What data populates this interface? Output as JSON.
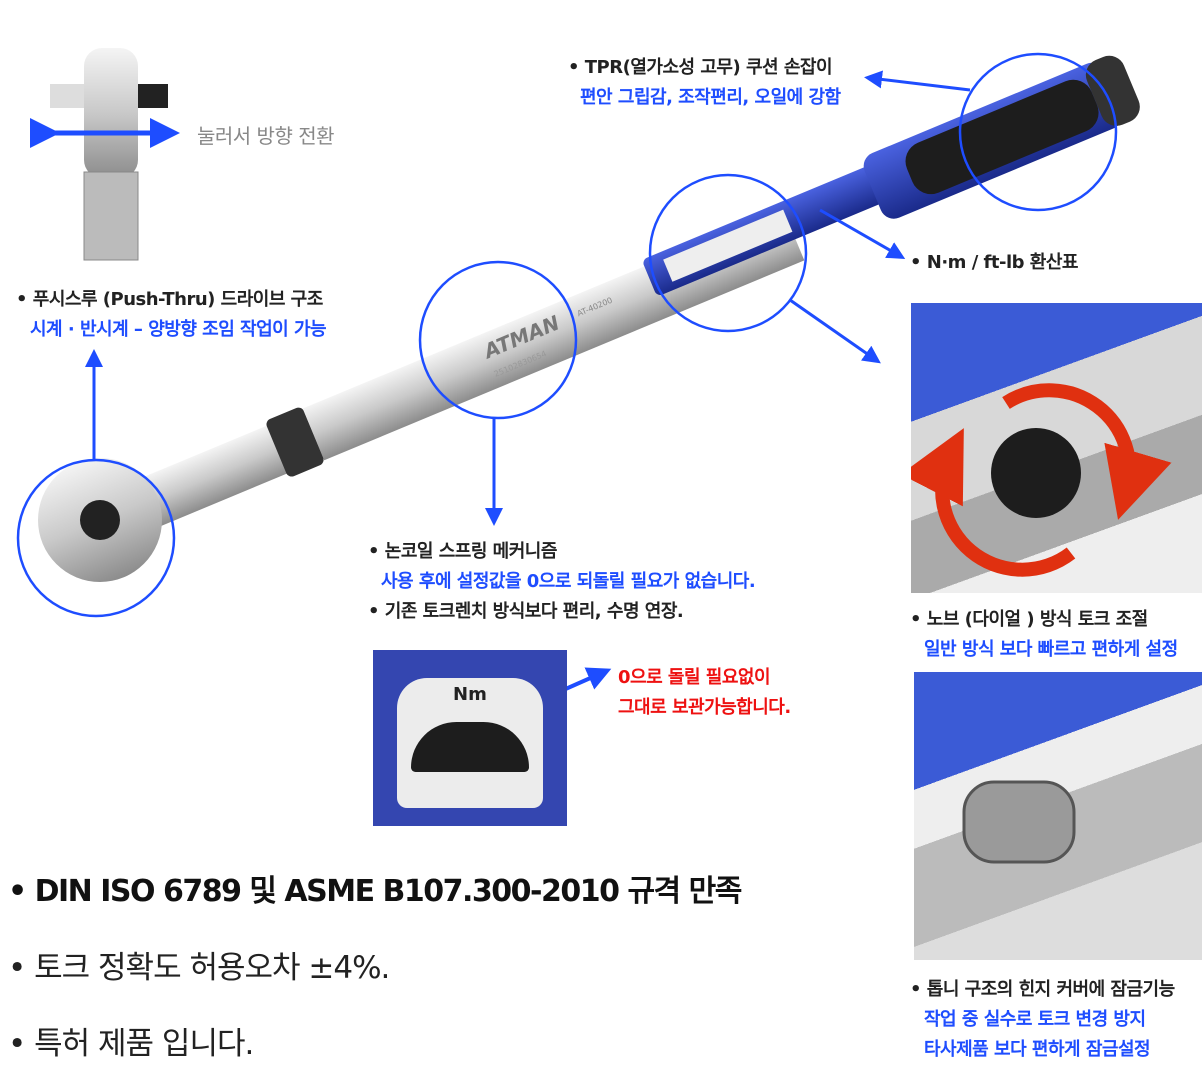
{
  "wrench": {
    "brand": "ATMAN",
    "model": "AT-40200",
    "serial": "25102830654"
  },
  "direction_switch": "눌러서 방향 전환",
  "push_thru": {
    "title": "• 푸시스루 (Push-Thru) 드라이브 구조",
    "desc": "시계 · 반시계 – 양방향 조임 작업이 가능"
  },
  "tpr": {
    "title": "• TPR(열가소성 고무) 쿠션 손잡이",
    "desc": "편안 그립감, 조작편리, 오일에 강함"
  },
  "conversion": "• N·m  /  ft-lb 환산표",
  "spring": {
    "title": "• 논코일 스프링 메커니즘",
    "desc": "사용 후에 설정값을 0으로 되돌릴 필요가 없습니다.",
    "title2": "• 기존 토크렌치 방식보다 편리, 수명 연장."
  },
  "dial": {
    "unit": "Nm",
    "note1": "0으로 돌릴 필요없이",
    "note2": "그대로 보관가능합니다."
  },
  "knob": {
    "title": "• 노브 (다이얼 ) 방식 토크 조절",
    "desc": "일반 방식 보다 빠르고 편하게 설정"
  },
  "lock": {
    "title": "• 톱니 구조의 힌지 커버에 잠금기능",
    "desc1": "작업 중 실수로 토크 변경 방지",
    "desc2": "타사제품 보다 편하게 잠금설정"
  },
  "specs": [
    "• DIN ISO 6789 및 ASME B107.300-2010 규격 만족",
    "• 토크 정확도 허용오차  ±4%.",
    "• 특허 제품 입니다."
  ],
  "colors": {
    "blue": "#1e4dff",
    "red": "#ee1111",
    "handle": "#2a3fb0"
  }
}
